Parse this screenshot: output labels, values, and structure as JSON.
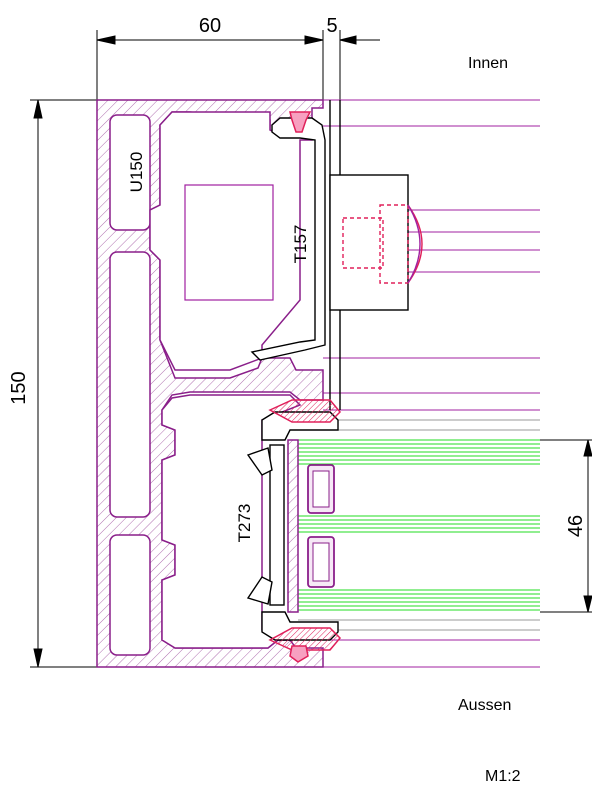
{
  "dimensions": {
    "width_top": "60",
    "gap_top": "5",
    "height_left": "150",
    "glass_right": "46"
  },
  "labels": {
    "side_inside": "Innen",
    "side_outside": "Aussen",
    "scale": "M1:2",
    "profile_main": "U150",
    "profile_clamp": "T157",
    "profile_glazing": "T273"
  },
  "colors": {
    "profile": "#8a1f8a",
    "hatch": "#a55aa5",
    "gasket": "#e0205a",
    "glass": "#22dd22",
    "dimension": "#000000"
  }
}
